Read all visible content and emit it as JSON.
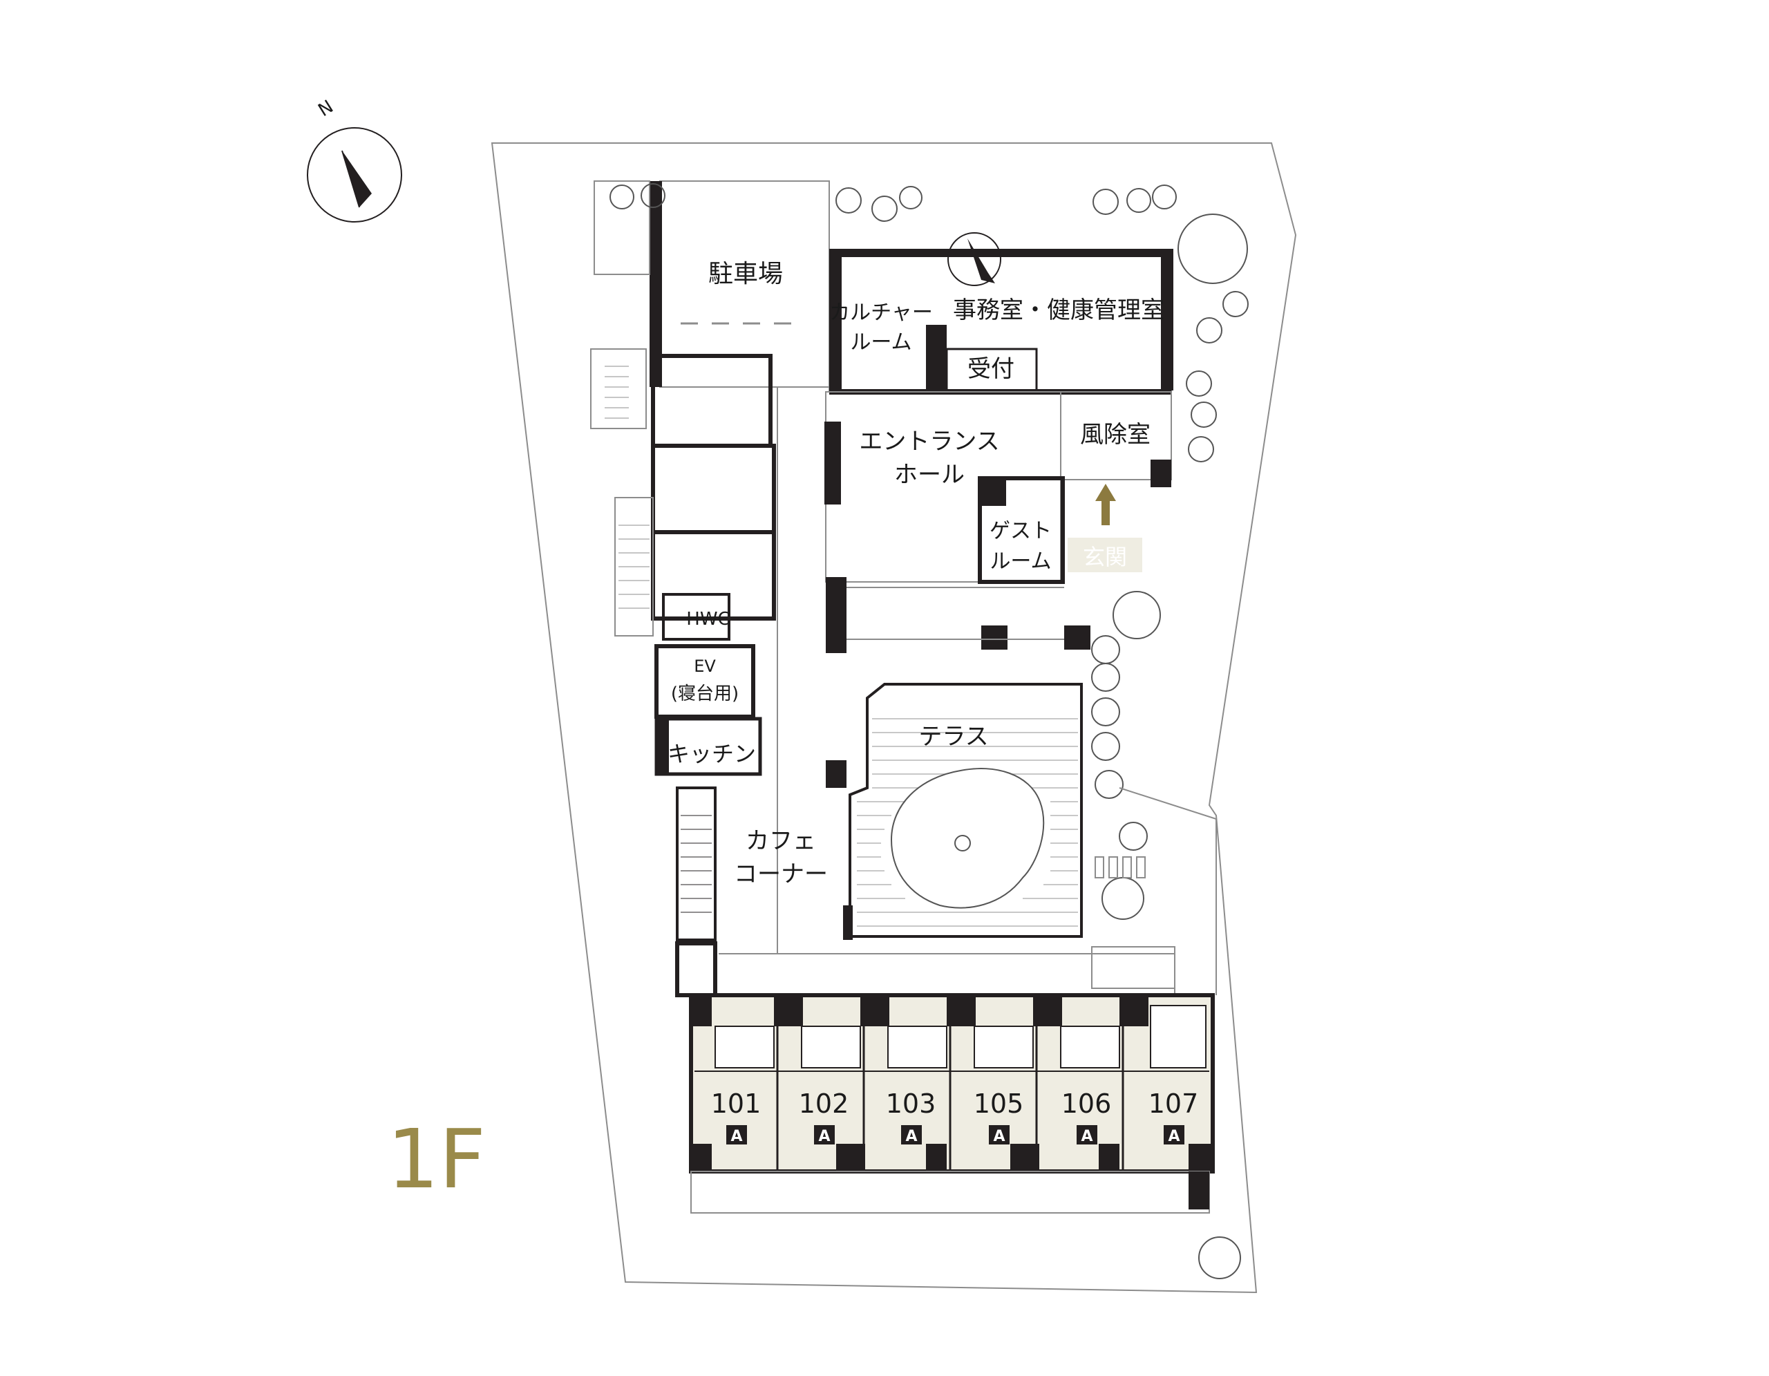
{
  "compass": {
    "label": "N"
  },
  "floor": {
    "label": "1F",
    "color": "#9a8a4a"
  },
  "colors": {
    "wall": "#231f20",
    "line": "#8c8c8c",
    "unit": "#efede2",
    "accent": "#8c7a3f",
    "entrance_tag": "#efede2"
  },
  "rooms": {
    "parking": "駐車場",
    "culture_1": "カルチャー",
    "culture_2": "ルーム",
    "office": "事務室・健康管理室",
    "reception": "受付",
    "windbreak": "風除室",
    "entrance_hall_1": "エントランス",
    "entrance_hall_2": "ホール",
    "guest_1": "ゲスト",
    "guest_2": "ルーム",
    "entrance": "玄関",
    "hwc": "HWC",
    "ev_1": "EV",
    "ev_2": "(寝台用)",
    "kitchen": "キッチン",
    "terrace": "テラス",
    "cafe_1": "カフェ",
    "cafe_2": "コーナー"
  },
  "units": [
    {
      "number": "101",
      "type": "A"
    },
    {
      "number": "102",
      "type": "A"
    },
    {
      "number": "103",
      "type": "A"
    },
    {
      "number": "105",
      "type": "A"
    },
    {
      "number": "106",
      "type": "A"
    },
    {
      "number": "107",
      "type": "A"
    }
  ]
}
